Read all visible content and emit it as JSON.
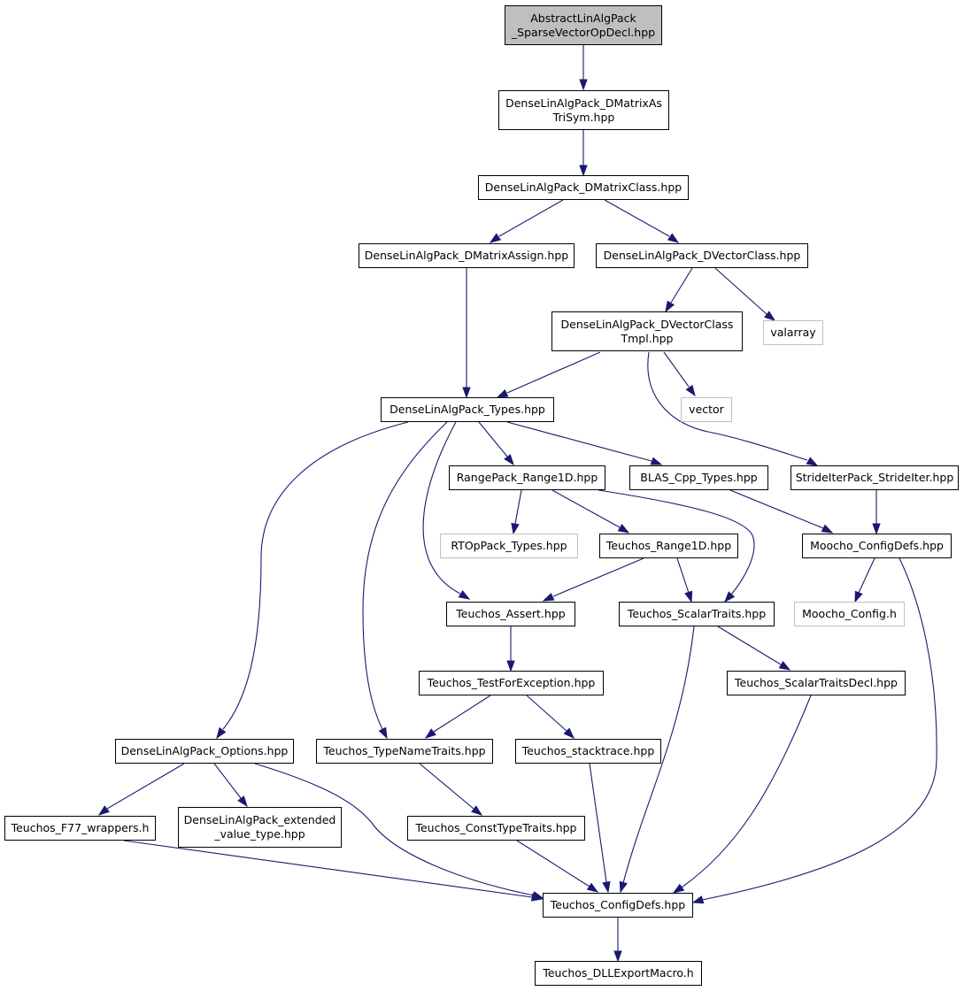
{
  "colors": {
    "edge": "#191970",
    "root_fill": "#bfbfbf",
    "external_border": "#bfbfbf",
    "node_border": "#000000"
  },
  "nodes": {
    "n0": {
      "lines": [
        "AbstractLinAlgPack",
        "_SparseVectorOpDecl.hpp"
      ]
    },
    "n1": {
      "lines": [
        "DenseLinAlgPack_DMatrixAs",
        "TriSym.hpp"
      ]
    },
    "n2": {
      "lines": [
        "DenseLinAlgPack_DMatrixClass.hpp"
      ]
    },
    "n3": {
      "lines": [
        "DenseLinAlgPack_DMatrixAssign.hpp"
      ]
    },
    "n4": {
      "lines": [
        "DenseLinAlgPack_DVectorClass.hpp"
      ]
    },
    "n5": {
      "lines": [
        "DenseLinAlgPack_DVectorClass",
        "Tmpl.hpp"
      ]
    },
    "n6": {
      "lines": [
        "valarray"
      ]
    },
    "n7": {
      "lines": [
        "DenseLinAlgPack_Types.hpp"
      ]
    },
    "n8": {
      "lines": [
        "vector"
      ]
    },
    "n9": {
      "lines": [
        "RangePack_Range1D.hpp"
      ]
    },
    "n10": {
      "lines": [
        "BLAS_Cpp_Types.hpp"
      ]
    },
    "n11": {
      "lines": [
        "StrideIterPack_StrideIter.hpp"
      ]
    },
    "n12": {
      "lines": [
        "RTOpPack_Types.hpp"
      ]
    },
    "n13": {
      "lines": [
        "Teuchos_Range1D.hpp"
      ]
    },
    "n14": {
      "lines": [
        "Moocho_ConfigDefs.hpp"
      ]
    },
    "n15": {
      "lines": [
        "Teuchos_Assert.hpp"
      ]
    },
    "n16": {
      "lines": [
        "Teuchos_ScalarTraits.hpp"
      ]
    },
    "n17": {
      "lines": [
        "Moocho_Config.h"
      ]
    },
    "n18": {
      "lines": [
        "Teuchos_TestForException.hpp"
      ]
    },
    "n19": {
      "lines": [
        "Teuchos_ScalarTraitsDecl.hpp"
      ]
    },
    "n20": {
      "lines": [
        "DenseLinAlgPack_Options.hpp"
      ]
    },
    "n21": {
      "lines": [
        "Teuchos_TypeNameTraits.hpp"
      ]
    },
    "n22": {
      "lines": [
        "Teuchos_stacktrace.hpp"
      ]
    },
    "n23": {
      "lines": [
        "Teuchos_F77_wrappers.h"
      ]
    },
    "n24": {
      "lines": [
        "DenseLinAlgPack_extended",
        "_value_type.hpp"
      ]
    },
    "n25": {
      "lines": [
        "Teuchos_ConstTypeTraits.hpp"
      ]
    },
    "n26": {
      "lines": [
        "Teuchos_ConfigDefs.hpp"
      ]
    },
    "n27": {
      "lines": [
        "Teuchos_DLLExportMacro.h"
      ]
    }
  }
}
